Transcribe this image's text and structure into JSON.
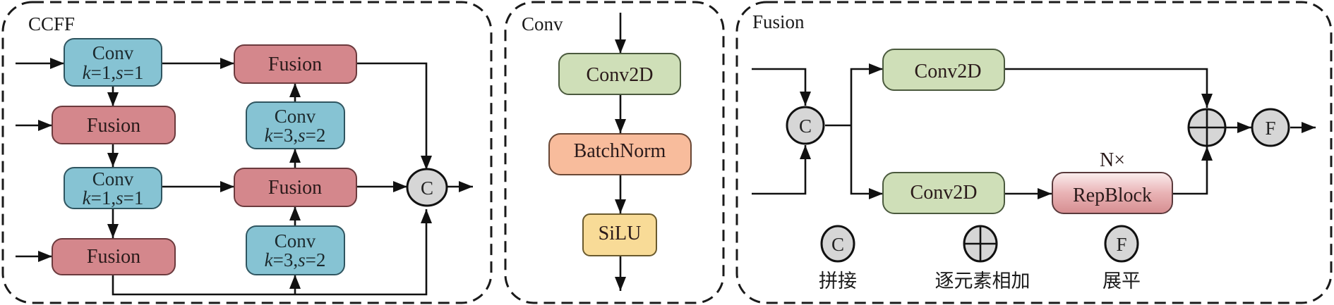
{
  "panels": {
    "ccff": {
      "title": "CCFF",
      "blocks": {
        "conv1": {
          "name": "Conv",
          "param_k": "k",
          "param_k_val": "=1,",
          "param_s": "s",
          "param_s_val": "=1"
        },
        "fusion1": {
          "name": "Fusion"
        },
        "conv2": {
          "name": "Conv",
          "param_k": "k",
          "param_k_val": "=1,",
          "param_s": "s",
          "param_s_val": "=1"
        },
        "fusion2": {
          "name": "Fusion"
        },
        "fusion_top": {
          "name": "Fusion"
        },
        "conv_mid": {
          "name": "Conv",
          "param_k": "k",
          "param_k_val": "=3,",
          "param_s": "s",
          "param_s_val": "=2"
        },
        "fusion_mid": {
          "name": "Fusion"
        },
        "conv_bot": {
          "name": "Conv",
          "param_k": "k",
          "param_k_val": "=3,",
          "param_s": "s",
          "param_s_val": "=2"
        },
        "concat": {
          "symbol": "C"
        }
      }
    },
    "conv": {
      "title": "Conv",
      "blocks": {
        "conv2d": {
          "name": "Conv2D"
        },
        "batchnorm": {
          "name": "BatchNorm"
        },
        "silu": {
          "name": "SiLU"
        }
      }
    },
    "fusion": {
      "title": "Fusion",
      "blocks": {
        "concat": {
          "symbol": "C"
        },
        "conv2d_top": {
          "name": "Conv2D"
        },
        "conv2d_bottom": {
          "name": "Conv2D"
        },
        "repblock": {
          "name": "RepBlock",
          "repeat": "N×"
        },
        "add": {
          "symbol": "+"
        },
        "flatten": {
          "symbol": "F"
        }
      },
      "legend": [
        {
          "symbol": "C",
          "label": "拼接"
        },
        {
          "symbol": "+",
          "label": "逐元素相加"
        },
        {
          "symbol": "F",
          "label": "展平"
        }
      ]
    }
  },
  "colors": {
    "conv_block": "#86c3d3",
    "fusion_block": "#d4878c",
    "conv2d_block": "#cfdfb8",
    "batchnorm_block": "#f8bc9c",
    "silu_block": "#f8db97",
    "repblock": "#e8a8aa",
    "operator": "#d6d6d6"
  }
}
